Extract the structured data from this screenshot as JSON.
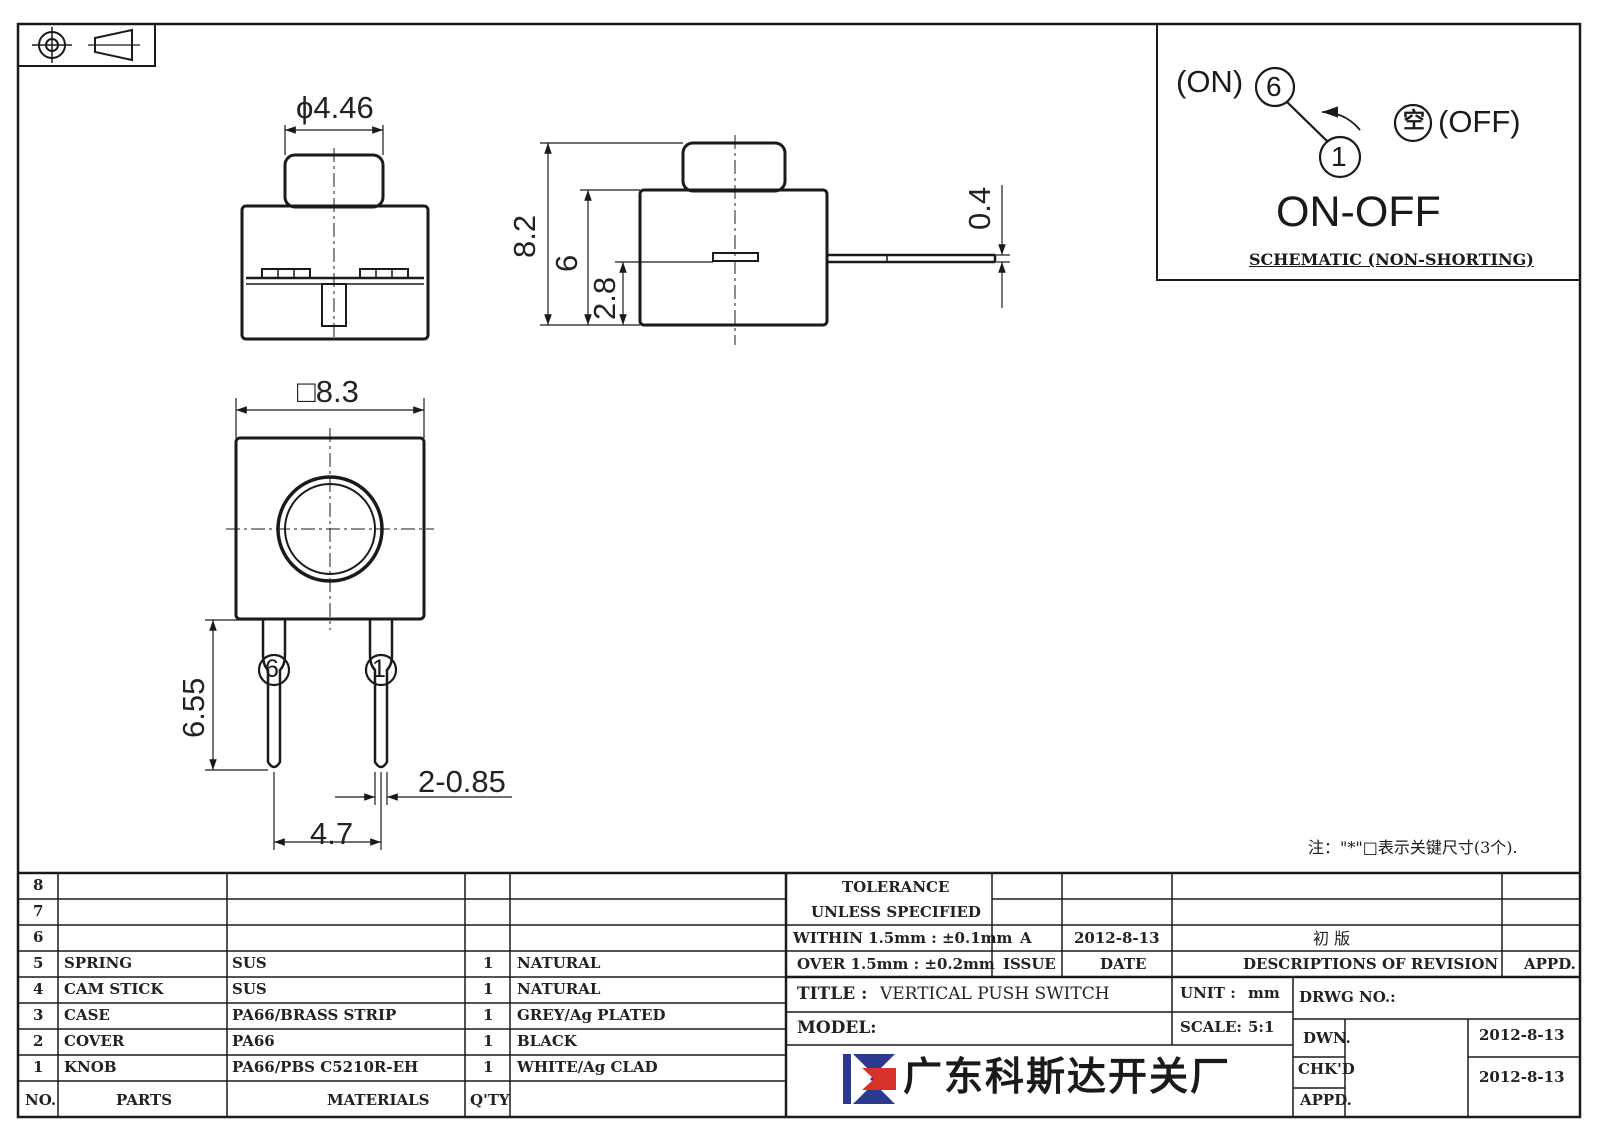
{
  "drawing": {
    "symbols": {
      "projection": "third-angle-projection-icon"
    },
    "dimensions": {
      "knob_diameter": "ϕ4.46",
      "height_total": "8.2",
      "height_case": "6",
      "height_terminal": "2.8",
      "terminal_thickness": "0.4",
      "case_square": "□8.3",
      "pin_length": "6.55",
      "pin_width": "2-0.85",
      "pin_pitch": "4.7"
    },
    "pin_labels": {
      "left": "6",
      "right": "1"
    },
    "note": "注：\"*\"□表示关键尺寸(3个)."
  },
  "schematic": {
    "on_label": "(ON)",
    "on_pin": "6",
    "common_pin": "1",
    "empty_pin": "空",
    "off_label": "(OFF)",
    "title": "ON-OFF",
    "caption": "SCHEMATIC (NON-SHORTING)"
  },
  "parts_table": {
    "headers": {
      "no": "NO.",
      "parts": "PARTS",
      "materials": "MATERIALS",
      "qty": "Q'TY"
    },
    "empty_rows": [
      "8",
      "7",
      "6"
    ],
    "rows": [
      {
        "no": "5",
        "part": "SPRING",
        "material": "SUS",
        "qty": "1",
        "finish": "NATURAL"
      },
      {
        "no": "4",
        "part": "CAM STICK",
        "material": "SUS",
        "qty": "1",
        "finish": "NATURAL"
      },
      {
        "no": "3",
        "part": "CASE",
        "material": "PA66/BRASS STRIP",
        "qty": "1",
        "finish": "GREY/Ag PLATED"
      },
      {
        "no": "2",
        "part": "COVER",
        "material": "PA66",
        "qty": "1",
        "finish": "BLACK"
      },
      {
        "no": "1",
        "part": "KNOB",
        "material": "PA66/PBS C5210R-EH",
        "qty": "1",
        "finish": "WHITE/Ag CLAD"
      }
    ]
  },
  "title_block": {
    "tolerance_line1": "TOLERANCE",
    "tolerance_line2": "UNLESS  SPECIFIED",
    "tolerance_within": "WITHIN 1.5mm : ±0.1mm",
    "tolerance_over": "OVER 1.5mm : ±0.2mm",
    "revision": {
      "issue": "A",
      "date": "2012-8-13",
      "description": "初 版"
    },
    "revision_headers": {
      "issue": "ISSUE",
      "date": "DATE",
      "description": "DESCRIPTIONS OF REVISION",
      "approved": "APPD."
    },
    "title_label": "TITLE :",
    "title_value": "VERTICAL PUSH SWITCH",
    "unit_label": "UNIT :",
    "unit_value": "mm",
    "drwg_label": "DRWG NO.:",
    "model_label": "MODEL:",
    "scale_label": "SCALE:",
    "scale_value": "5:1",
    "dwn_label": "DWN.",
    "dwn_date": "2012-8-13",
    "chk_label": "CHK'D",
    "chk_date": "2012-8-13",
    "appd_label": "APPD.",
    "company": "广东科斯达开关厂"
  },
  "colors": {
    "line": "#1a1a1a",
    "logo_blue": "#2b3a8f",
    "logo_red": "#d8302a"
  }
}
